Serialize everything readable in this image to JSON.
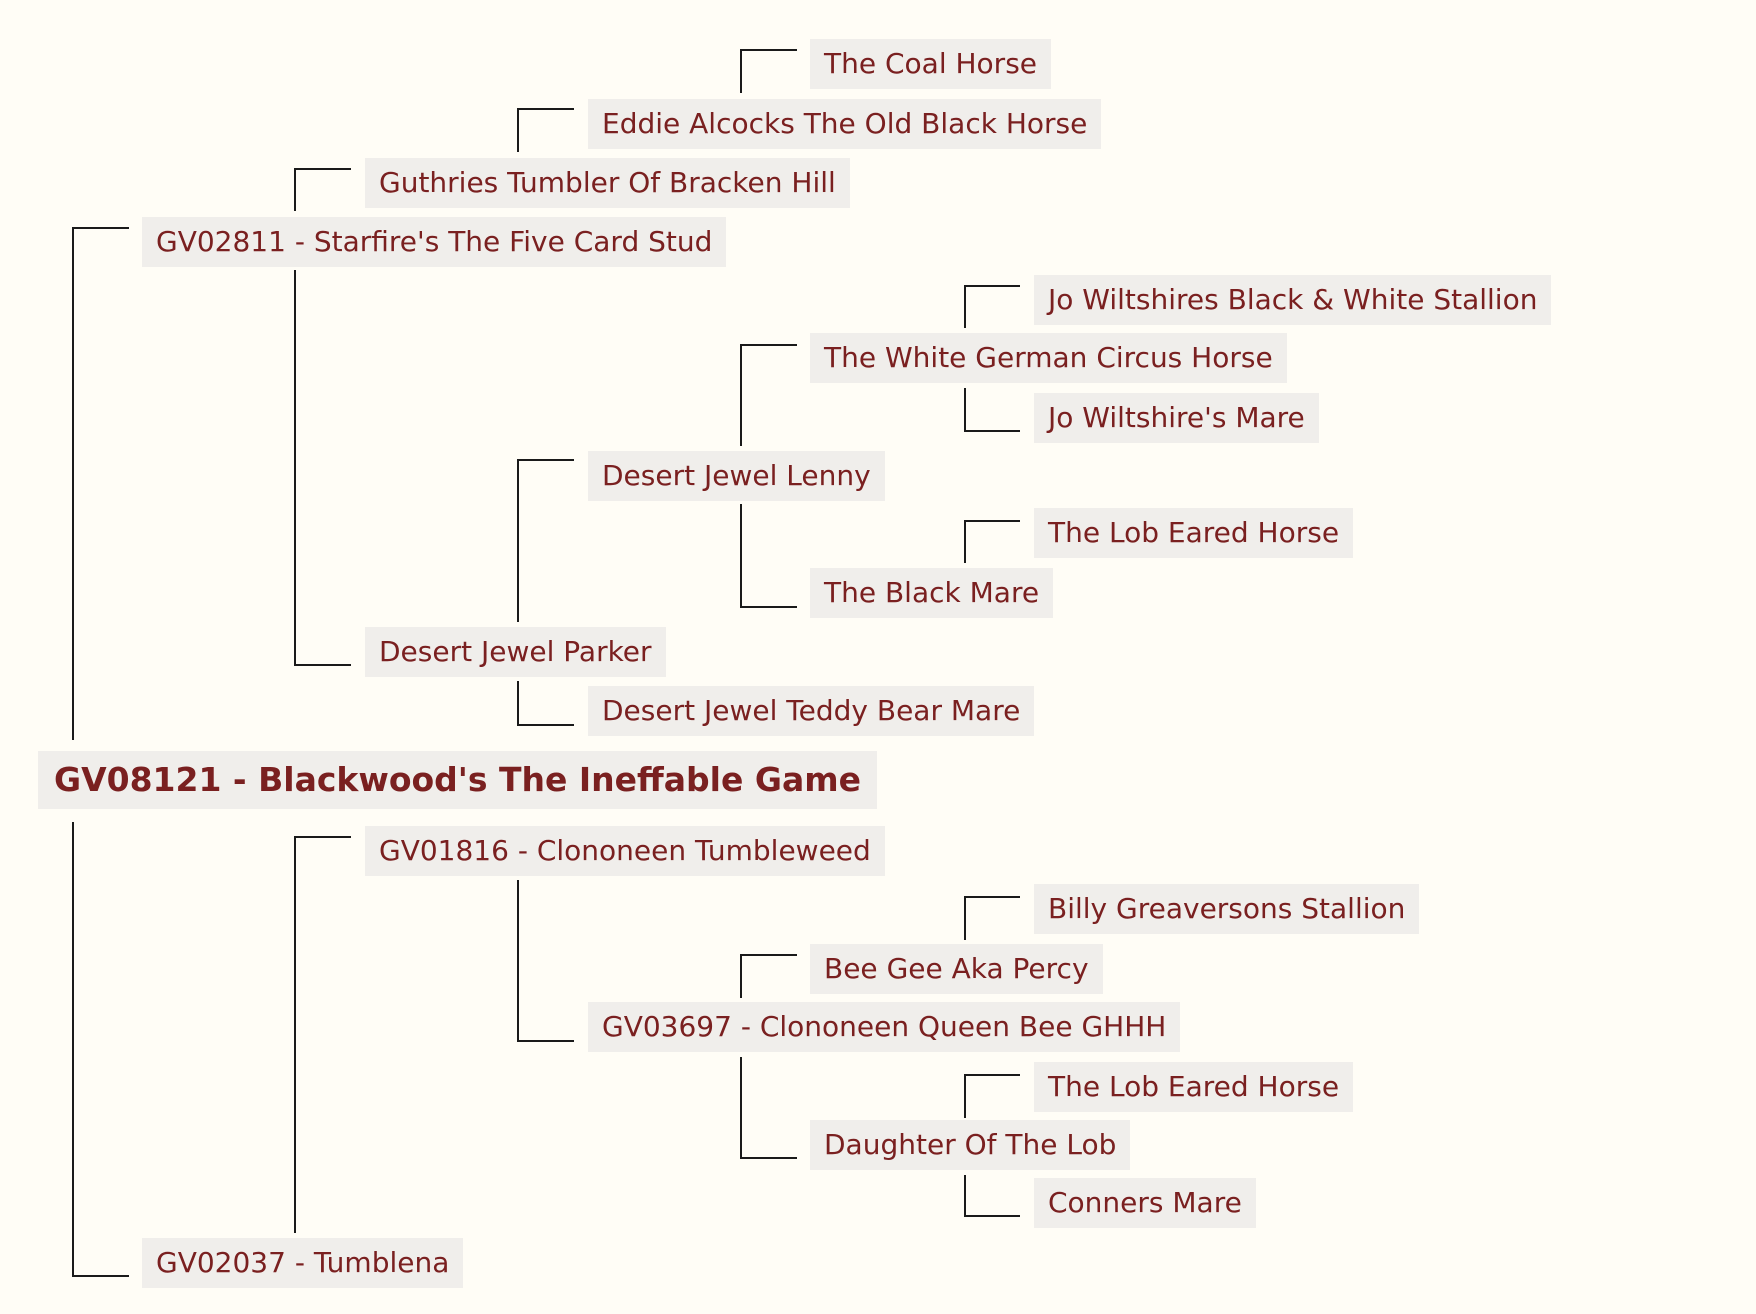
{
  "pedigree": {
    "root": "GV08121 - Blackwood's The Ineffable Game",
    "sire": "GV02811 - Starfire's The Five Card Stud",
    "sire_sire": "Guthries Tumbler Of Bracken Hill",
    "sire_sire_sire": "Eddie Alcocks The Old Black Horse",
    "sire_sire_sire_sire": "The Coal Horse",
    "sire_dam": "Desert Jewel Parker",
    "sire_dam_sire": "Desert Jewel Lenny",
    "sire_dam_sire_sire": "The White German Circus Horse",
    "sire_dam_sire_sire_sire": "Jo Wiltshires Black & White Stallion",
    "sire_dam_sire_sire_dam": "Jo Wiltshire's Mare",
    "sire_dam_sire_dam": "The Black Mare",
    "sire_dam_sire_dam_sire": "The Lob Eared Horse",
    "sire_dam_dam": "Desert Jewel Teddy Bear Mare",
    "dam": "GV02037 - Tumblena",
    "dam_sire": "GV01816 - Clononeen Tumbleweed",
    "dam_sire_dam": "GV03697 - Clononeen Queen Bee GHHH",
    "dam_sire_dam_sire": "Bee Gee Aka Percy",
    "dam_sire_dam_sire_sire": "Billy Greaversons Stallion",
    "dam_sire_dam_dam": "Daughter Of The Lob",
    "dam_sire_dam_dam_sire": "The Lob Eared Horse",
    "dam_sire_dam_dam_dam": "Conners Mare"
  },
  "colors": {
    "background": "#fffdf6",
    "box": "#f0eeeb",
    "text": "#7a2020",
    "line": "#1a1a1a"
  }
}
